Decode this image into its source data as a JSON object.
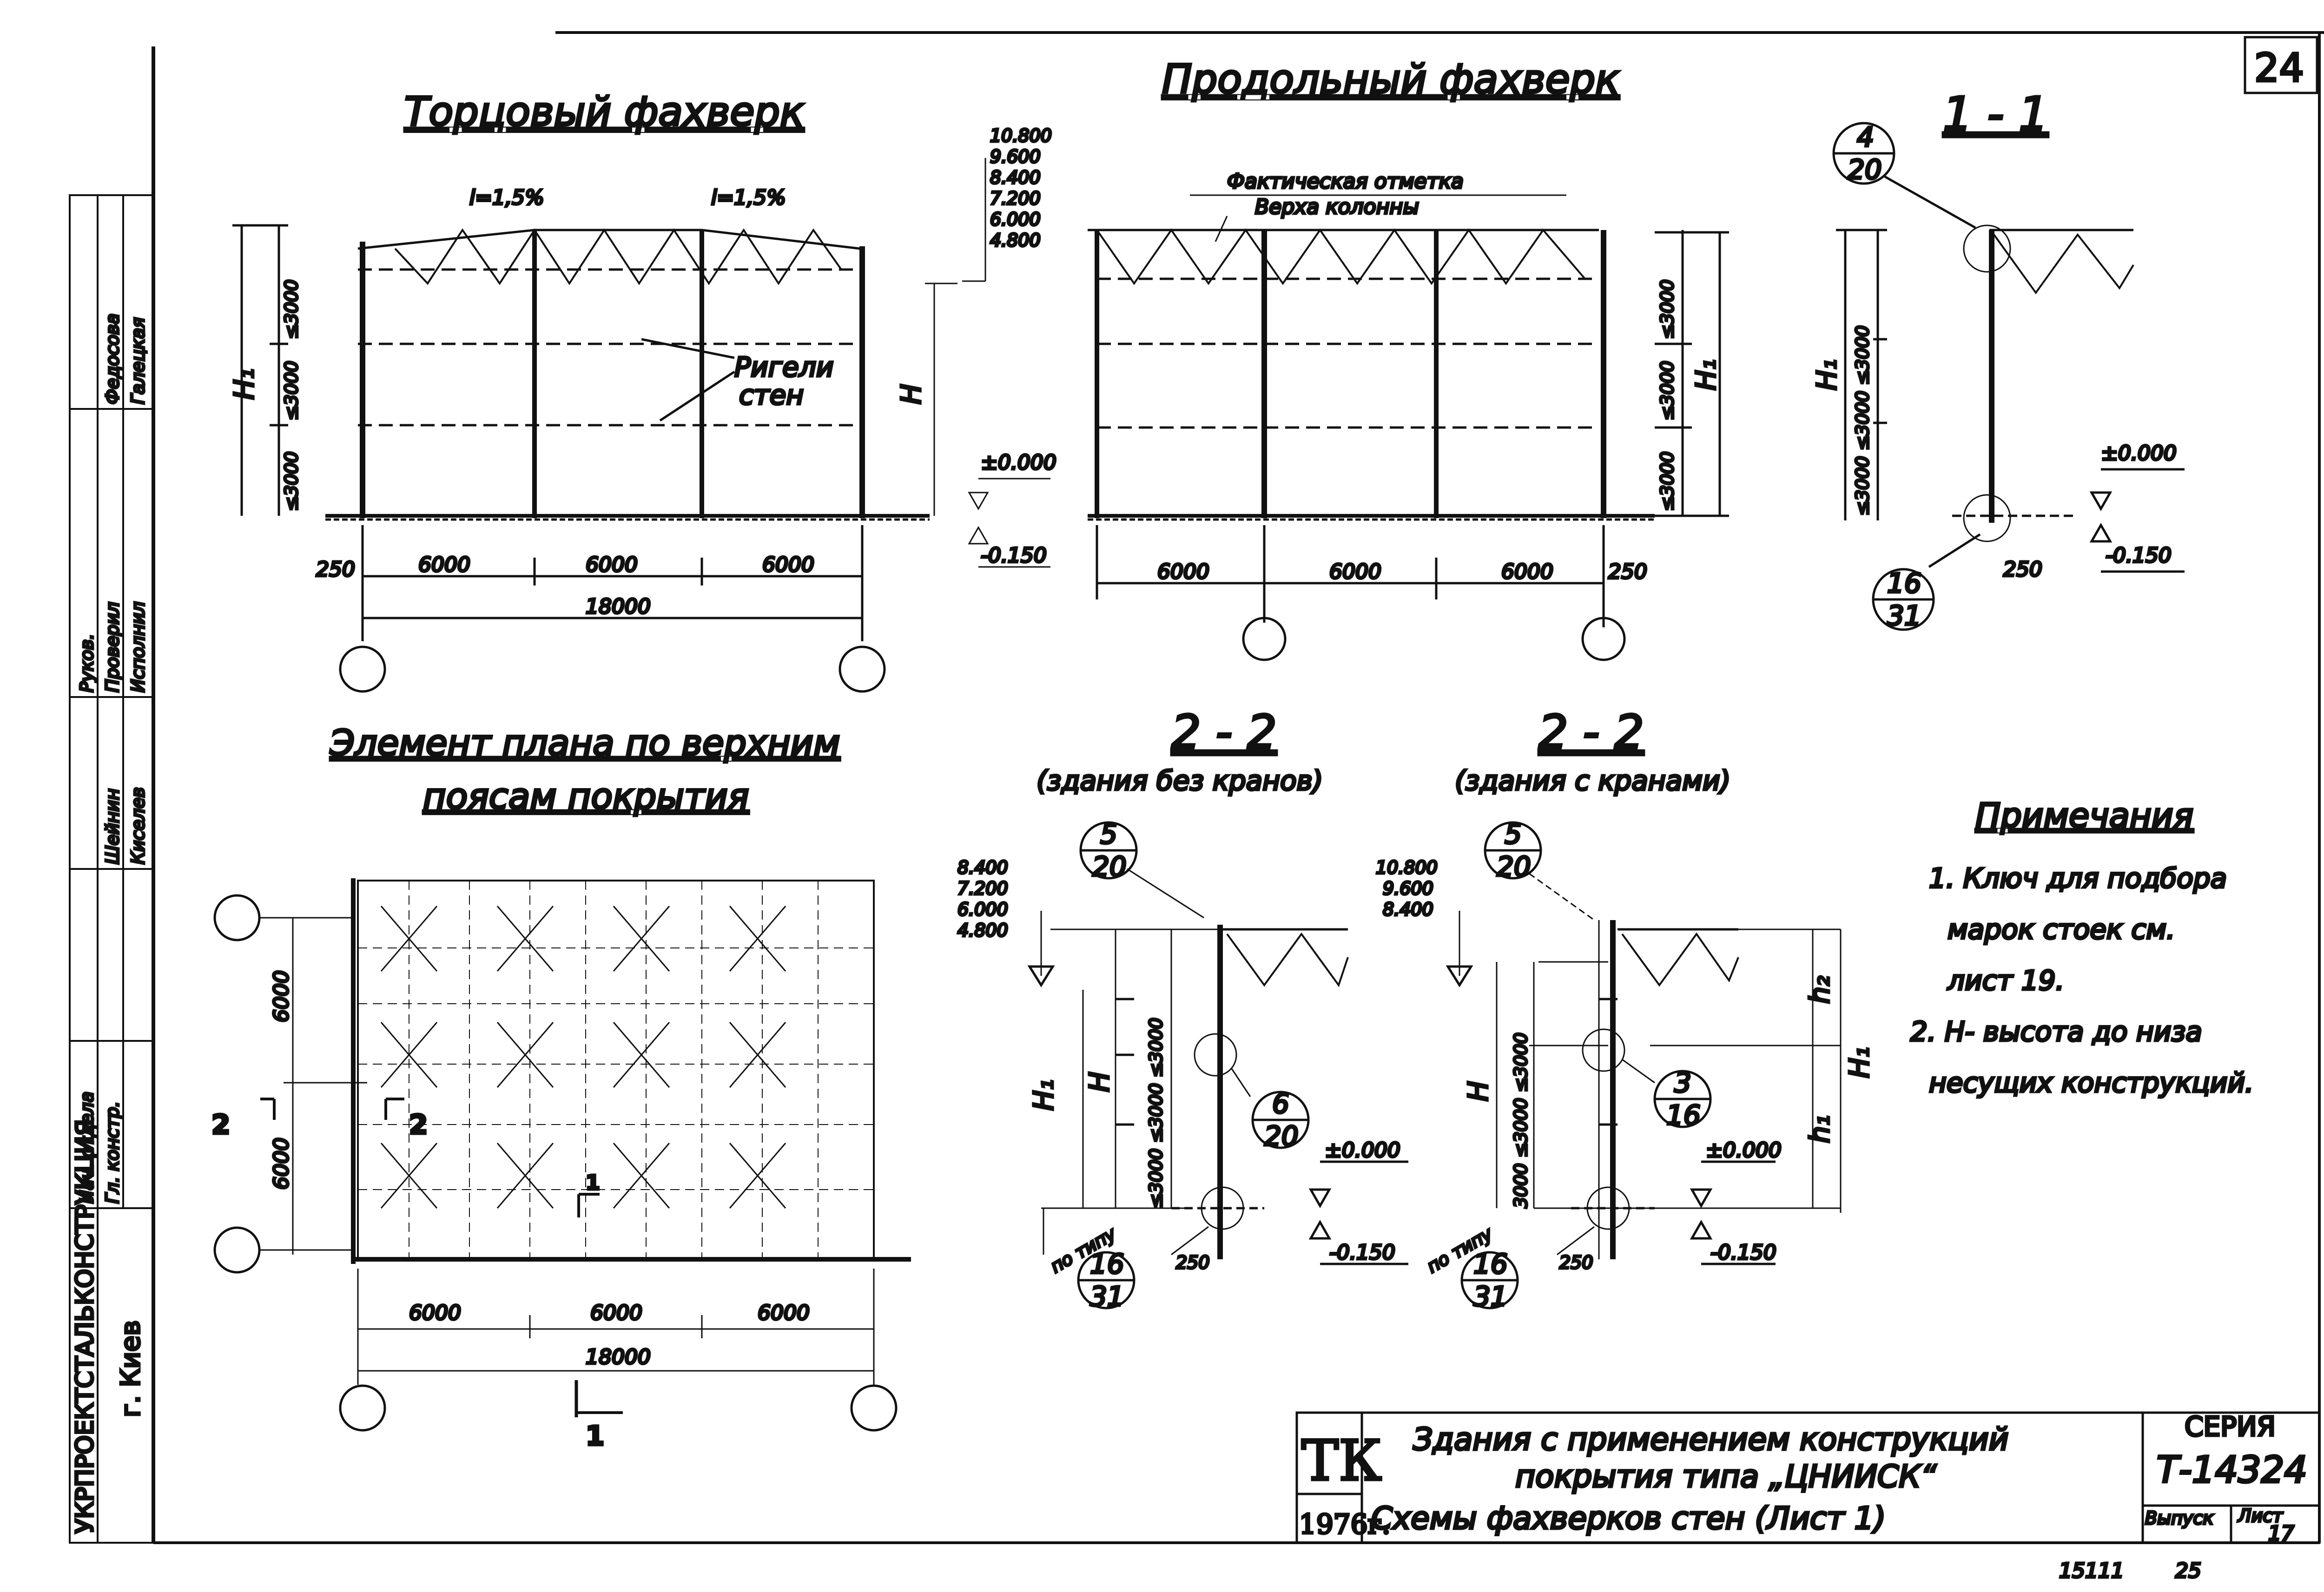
{
  "sheet_number": "24",
  "bottom_numbers": {
    "code": "15111",
    "page": "25"
  },
  "views": {
    "end_frame": {
      "title": "Торцовый фахверк",
      "slope_left": "i=1,5%",
      "slope_right": "i=1,5%",
      "h_label": "H₁",
      "spacing": [
        "≤3000",
        "≤3000",
        "≤3000"
      ],
      "riegel_label_1": "Ригели",
      "riegel_label_2": "стен",
      "left_offset": "250",
      "spans": [
        "6000",
        "6000",
        "6000"
      ],
      "total": "18000"
    },
    "elev_marks": [
      "10.800",
      "9.600",
      "8.400",
      "7.200",
      "6.000",
      "4.800"
    ],
    "h_label": "H",
    "zero_mark": "±0.000",
    "minus_mark": "-0.150",
    "long_frame": {
      "title": "Продольный фахверк",
      "note_1": "Фактическая отметка",
      "note_2": "Верха колонны",
      "spans": [
        "6000",
        "6000",
        "6000"
      ],
      "right_offset": "250",
      "spacing": [
        "≤3000",
        "≤3000",
        "≤3000"
      ],
      "h_label": "H₁"
    },
    "section_1_1": {
      "title": "1 - 1",
      "callout_top": {
        "num": "4",
        "den": "20"
      },
      "callout_bottom": {
        "num": "16",
        "den": "31"
      },
      "spacing": "≤3000 ≤3000 ≤3000",
      "h_label": "H₁",
      "offset": "250",
      "zero": "±0.000",
      "minus": "-0.150"
    },
    "plan": {
      "title_1": "Элемент плана по верхним",
      "title_2": "поясам покрытия",
      "bays_v": [
        "6000",
        "6000"
      ],
      "spans": [
        "6000",
        "6000",
        "6000"
      ],
      "total": "18000",
      "section_2": "2",
      "section_1": "1"
    },
    "section_2_2a": {
      "title": "2 - 2",
      "subtitle": "(здания без кранов)",
      "marks": [
        "8.400",
        "7.200",
        "6.000",
        "4.800"
      ],
      "callout_top": {
        "num": "5",
        "den": "20"
      },
      "callout_mid": {
        "num": "6",
        "den": "20"
      },
      "callout_bottom": {
        "num": "16",
        "den": "31"
      },
      "spacing": "≤3000 ≤3000 ≤3000",
      "h1": "H₁",
      "h": "H",
      "zero": "±0.000",
      "minus": "-0.150",
      "offset": "250",
      "po_tipu": "по типу"
    },
    "section_2_2b": {
      "title": "2 - 2",
      "subtitle": "(здания с кранами)",
      "marks": [
        "10.800",
        "9.600",
        "8.400"
      ],
      "callout_top": {
        "num": "5",
        "den": "20"
      },
      "callout_mid": {
        "num": "3",
        "den": "16"
      },
      "callout_bottom": {
        "num": "16",
        "den": "31"
      },
      "spacing": "3000 ≤3000 ≤3000",
      "h": "H",
      "h2": "h₂",
      "h1s": "h₁",
      "H1": "H₁",
      "zero": "±0.000",
      "minus": "-0.150",
      "offset": "250",
      "po_tipu": "по типу"
    }
  },
  "notes": {
    "title": "Примечания",
    "lines": [
      "1. Ключ для подбора",
      "марок стоек см.",
      "лист 19.",
      "2. H- высота до низа",
      "несущих конструкций."
    ]
  },
  "stamp": {
    "org": "УКРПРОЕКТСТАЛЬКОНСТРУКЦИЯ",
    "city": "г. Киев",
    "roles": [
      "Нач. отдела",
      "Гл. констр.",
      "Руков.",
      "Проверил",
      "Исполнил"
    ],
    "names": [
      "Шейнин",
      "Киселев",
      "Федосова",
      "Галецкая"
    ],
    "logo": "ТК",
    "year": "1976г.",
    "title_1": "Здания с применением конструкций",
    "title_2": "покрытия типа „ЦНИИСК“",
    "title_3": "Схемы фахверков стен (Лист 1)",
    "series_label": "СЕРИЯ",
    "series": "Т-14324",
    "issue_label": "Выпуск",
    "sheet_label": "Лист",
    "sheet": "17"
  }
}
